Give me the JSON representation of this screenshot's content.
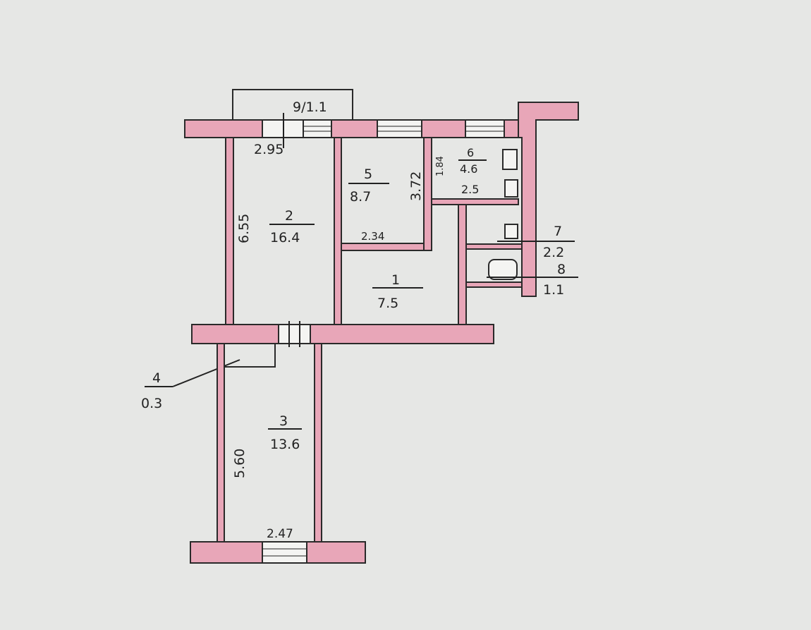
{
  "rooms": [
    {
      "number": "1",
      "area": "7.5"
    },
    {
      "number": "2",
      "area": "16.4"
    },
    {
      "number": "3",
      "area": "13.6"
    },
    {
      "number": "4",
      "area": "0.3"
    },
    {
      "number": "5",
      "area": "8.7"
    },
    {
      "number": "6",
      "area": "4.6"
    },
    {
      "number": "7",
      "area": "2.2"
    },
    {
      "number": "8",
      "area": "1.1"
    }
  ],
  "balcony": "9/1.1",
  "dimensions": {
    "room2_width": "2.95",
    "room2_length": "6.55",
    "room5_width": "2.34",
    "room5_length": "3.72",
    "room6_width": "2.5",
    "room6_length": "1.84",
    "room3_width": "2.47",
    "room3_length": "5.60"
  },
  "colors": {
    "wall": "#e8a6b8",
    "paper": "#e6e7e5"
  }
}
